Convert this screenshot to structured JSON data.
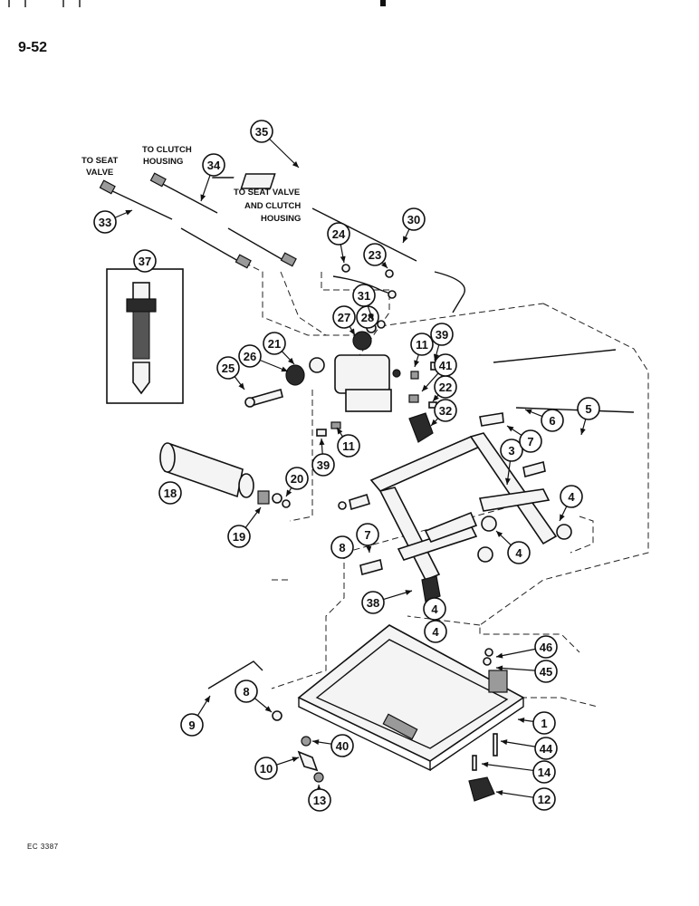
{
  "page_number": "9-52",
  "figure_code": "EC 3387",
  "notes": {
    "to_seat_valve": [
      "TO SEAT",
      "VALVE"
    ],
    "to_clutch_housing": [
      "TO CLUTCH",
      "HOUSING"
    ],
    "to_seat_valve_and_clutch_housing": [
      "TO SEAT VALVE",
      "AND CLUTCH",
      "HOUSING"
    ]
  },
  "callouts": [
    "1",
    "3",
    "4",
    "4",
    "4",
    "4",
    "5",
    "6",
    "7",
    "7",
    "8",
    "8",
    "9",
    "10",
    "11",
    "11",
    "12",
    "13",
    "14",
    "18",
    "19",
    "20",
    "21",
    "22",
    "23",
    "24",
    "25",
    "26",
    "27",
    "28",
    "30",
    "31",
    "32",
    "33",
    "34",
    "35",
    "37",
    "38",
    "39",
    "39",
    "40",
    "41",
    "44",
    "45",
    "46"
  ]
}
